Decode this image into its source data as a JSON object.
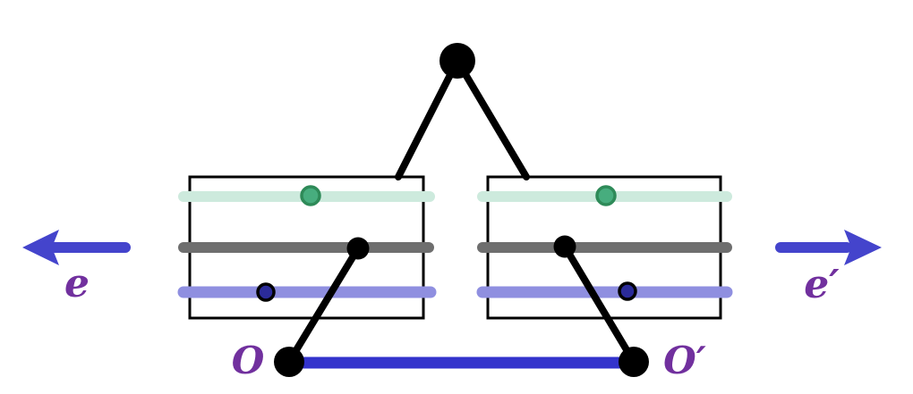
{
  "labels": {
    "left_arrow": "e",
    "right_arrow": "e′",
    "left_bottom_node": "O",
    "right_bottom_node": "O′"
  },
  "colors": {
    "background": "#ffffff",
    "black": "#000000",
    "box_border": "#000000",
    "mint_line": "#cdeadd",
    "gray_line": "#6e6e6e",
    "lavender_line": "#8f8fe0",
    "green_dot_fill": "#47ad7e",
    "green_dot_border": "#2e8a58",
    "navy_dot_fill": "#2b2b9a",
    "navy_dot_border": "#000000",
    "bottom_segment_blue": "#3333cc",
    "arrow_blue": "#4444cc",
    "label_purple": "#71309e"
  }
}
